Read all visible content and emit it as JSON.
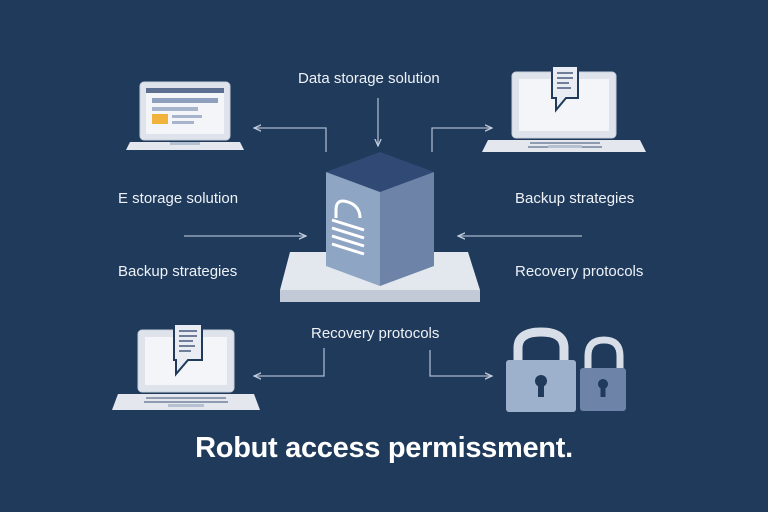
{
  "labels": {
    "top_center": "Data storage solution",
    "left_upper": "E storage solution",
    "right_upper": "Backup strategies",
    "left_lower": "Backup strategies",
    "right_lower": "Recovery protocols",
    "bottom_center": "Recovery protocols"
  },
  "caption": "Robut access permissment.",
  "colors": {
    "background": "#1f3a5b",
    "device_body": "#e4e8ee",
    "device_accent": "#f2b33d",
    "server_front": "#8fa5c4",
    "server_side": "#6d84a8",
    "server_top": "#314a75",
    "lock_body": "#9eb1cc",
    "connector": "#b9c6d8"
  },
  "icons": [
    "laptop-icon",
    "laptop-document-icon",
    "laptop-document-icon",
    "server-lock-icon",
    "padlock-icon",
    "padlock-icon"
  ]
}
